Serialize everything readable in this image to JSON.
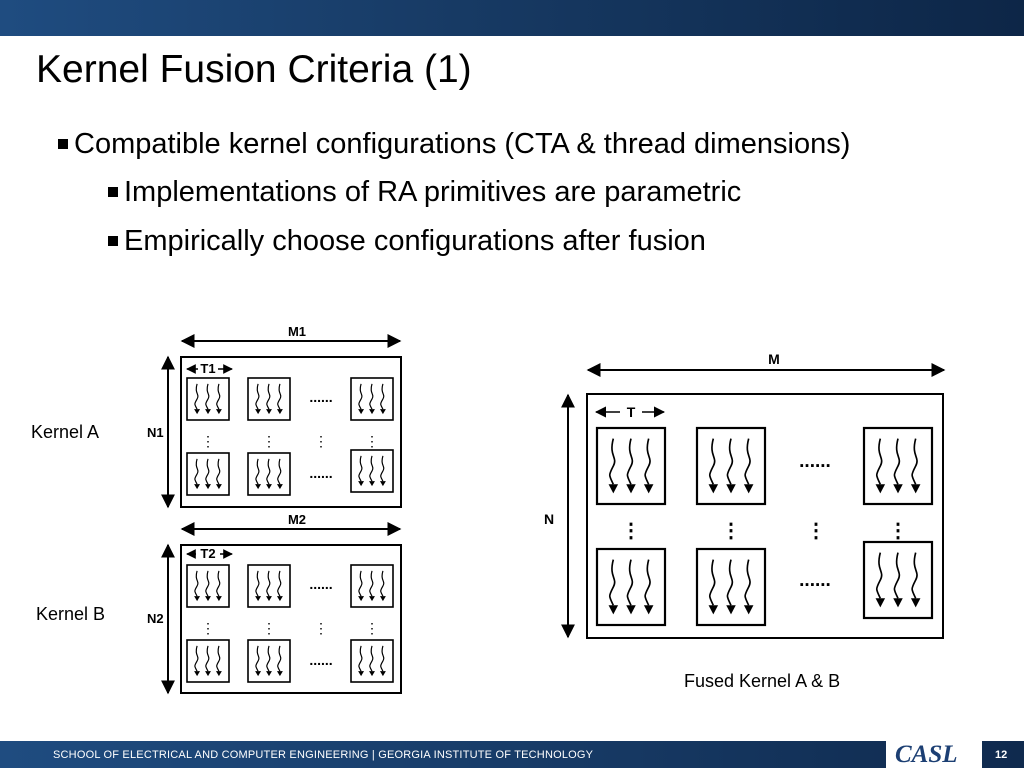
{
  "slide": {
    "title": "Kernel Fusion Criteria (1)",
    "bullets": [
      "Compatible kernel configurations (CTA & thread dimensions)",
      "Implementations of RA primitives are parametric",
      "Empirically choose configurations after fusion"
    ]
  },
  "diagram": {
    "kernel_a": {
      "caption": "Kernel A",
      "width_label": "M1",
      "height_label": "N1",
      "block_label": "T1",
      "ellipsis": "......",
      "vdots": "⋮"
    },
    "kernel_b": {
      "caption": "Kernel B",
      "width_label": "M2",
      "height_label": "N2",
      "block_label": "T2",
      "ellipsis": "......",
      "vdots": "⋮"
    },
    "fused": {
      "caption": "Fused Kernel A & B",
      "width_label": "M",
      "height_label": "N",
      "block_label": "T",
      "ellipsis": "......",
      "vdots": "⋮"
    }
  },
  "footer": {
    "text": "SCHOOL OF ELECTRICAL AND COMPUTER ENGINEERING | GEORGIA INSTITUTE OF TECHNOLOGY",
    "logo": "CASL",
    "page": "12"
  },
  "colors": {
    "bar": "#173a64",
    "logo": "#1c3f73"
  }
}
